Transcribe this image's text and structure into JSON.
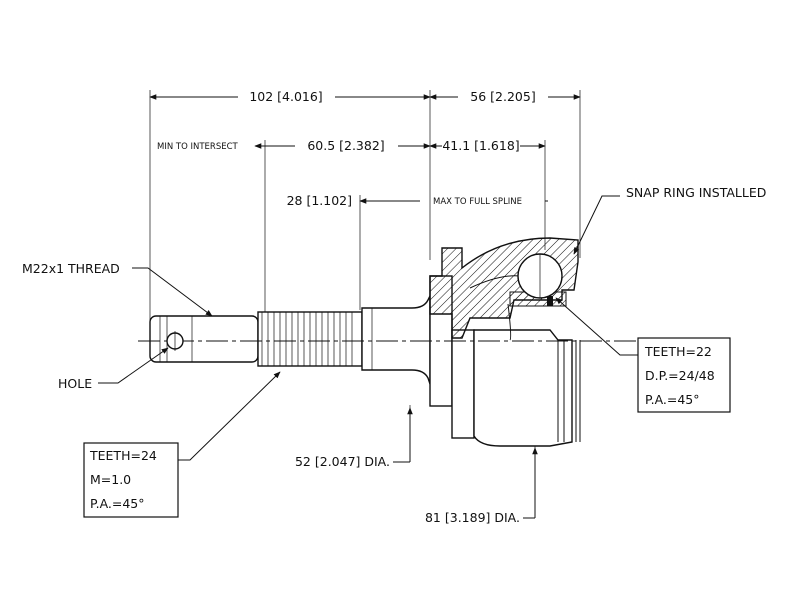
{
  "dimensions": {
    "overall_left": "102 [4.016]",
    "overall_right": "56 [2.205]",
    "min_to_intersect_label": "MIN TO INTERSECT",
    "min_to_intersect_value": "60.5 [2.382]",
    "intersect_to_end": "41.1 [1.618]",
    "spline_length": "28 [1.102]",
    "max_to_full_spline_label": "MAX TO FULL SPLINE",
    "small_dia": "52 [2.047] DIA.",
    "large_dia": "81 [3.189] DIA."
  },
  "callouts": {
    "thread": "M22x1 THREAD",
    "hole": "HOLE",
    "snap_ring": "SNAP RING INSTALLED"
  },
  "spline_box_left": {
    "teeth": "TEETH=24",
    "module": "M=1.0",
    "pressure_angle": "P.A.=45°"
  },
  "spline_box_right": {
    "teeth": "TEETH=22",
    "diametral_pitch": "D.P.=24/48",
    "pressure_angle": "P.A.=45°"
  }
}
